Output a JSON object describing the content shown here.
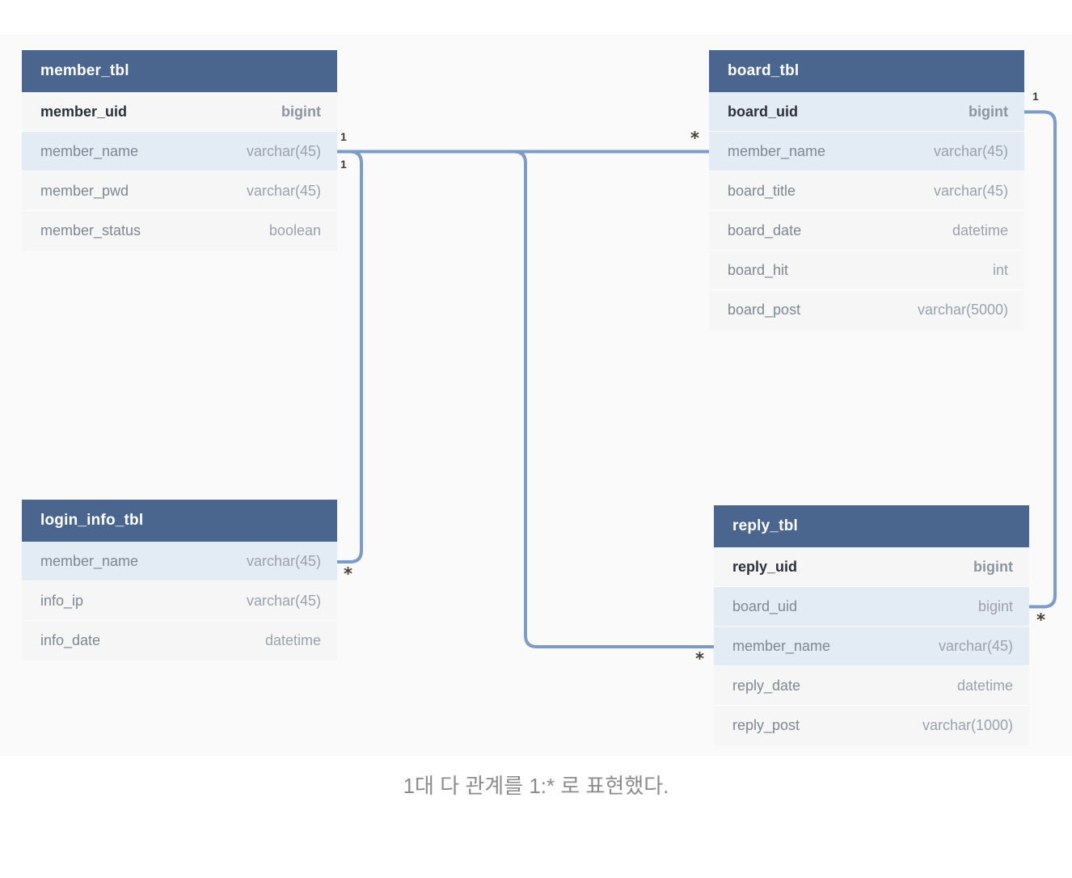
{
  "page": {
    "caption": "1대 다 관계를 1:* 로 표현했다."
  },
  "diagram": {
    "tables": {
      "member_tbl": {
        "title": "member_tbl",
        "columns": [
          {
            "name": "member_uid",
            "type": "bigint"
          },
          {
            "name": "member_name",
            "type": "varchar(45)"
          },
          {
            "name": "member_pwd",
            "type": "varchar(45)"
          },
          {
            "name": "member_status",
            "type": "boolean"
          }
        ]
      },
      "board_tbl": {
        "title": "board_tbl",
        "columns": [
          {
            "name": "board_uid",
            "type": "bigint"
          },
          {
            "name": "member_name",
            "type": "varchar(45)"
          },
          {
            "name": "board_title",
            "type": "varchar(45)"
          },
          {
            "name": "board_date",
            "type": "datetime"
          },
          {
            "name": "board_hit",
            "type": "int"
          },
          {
            "name": "board_post",
            "type": "varchar(5000)"
          }
        ]
      },
      "login_info_tbl": {
        "title": "login_info_tbl",
        "columns": [
          {
            "name": "member_name",
            "type": "varchar(45)"
          },
          {
            "name": "info_ip",
            "type": "varchar(45)"
          },
          {
            "name": "info_date",
            "type": "datetime"
          }
        ]
      },
      "reply_tbl": {
        "title": "reply_tbl",
        "columns": [
          {
            "name": "reply_uid",
            "type": "bigint"
          },
          {
            "name": "board_uid",
            "type": "bigint"
          },
          {
            "name": "member_name",
            "type": "varchar(45)"
          },
          {
            "name": "reply_date",
            "type": "datetime"
          },
          {
            "name": "reply_post",
            "type": "varchar(1000)"
          }
        ]
      }
    },
    "connections": [
      {
        "from": "member_tbl.member_name",
        "to": "board_tbl.member_name",
        "from_label": "1",
        "to_label": "*"
      },
      {
        "from": "member_tbl.member_name",
        "to": "login_info_tbl.member_name",
        "from_label": "1",
        "to_label": "*"
      },
      {
        "from": "member_tbl.member_name",
        "to": "reply_tbl.member_name",
        "from_label": "1",
        "to_label": "*"
      },
      {
        "from": "board_tbl.board_uid",
        "to": "reply_tbl.board_uid",
        "from_label": "1",
        "to_label": "*"
      }
    ],
    "colors": {
      "table_header_bg": "#4a668e",
      "table_header_text": "#ffffff",
      "row_bg": "#f6f6f7",
      "row_highlight_bg": "#e3ecf5",
      "relationship_line": "#7d9bc7",
      "panel_bg": "#fafafa",
      "caption_text": "#8b8b8b"
    }
  }
}
